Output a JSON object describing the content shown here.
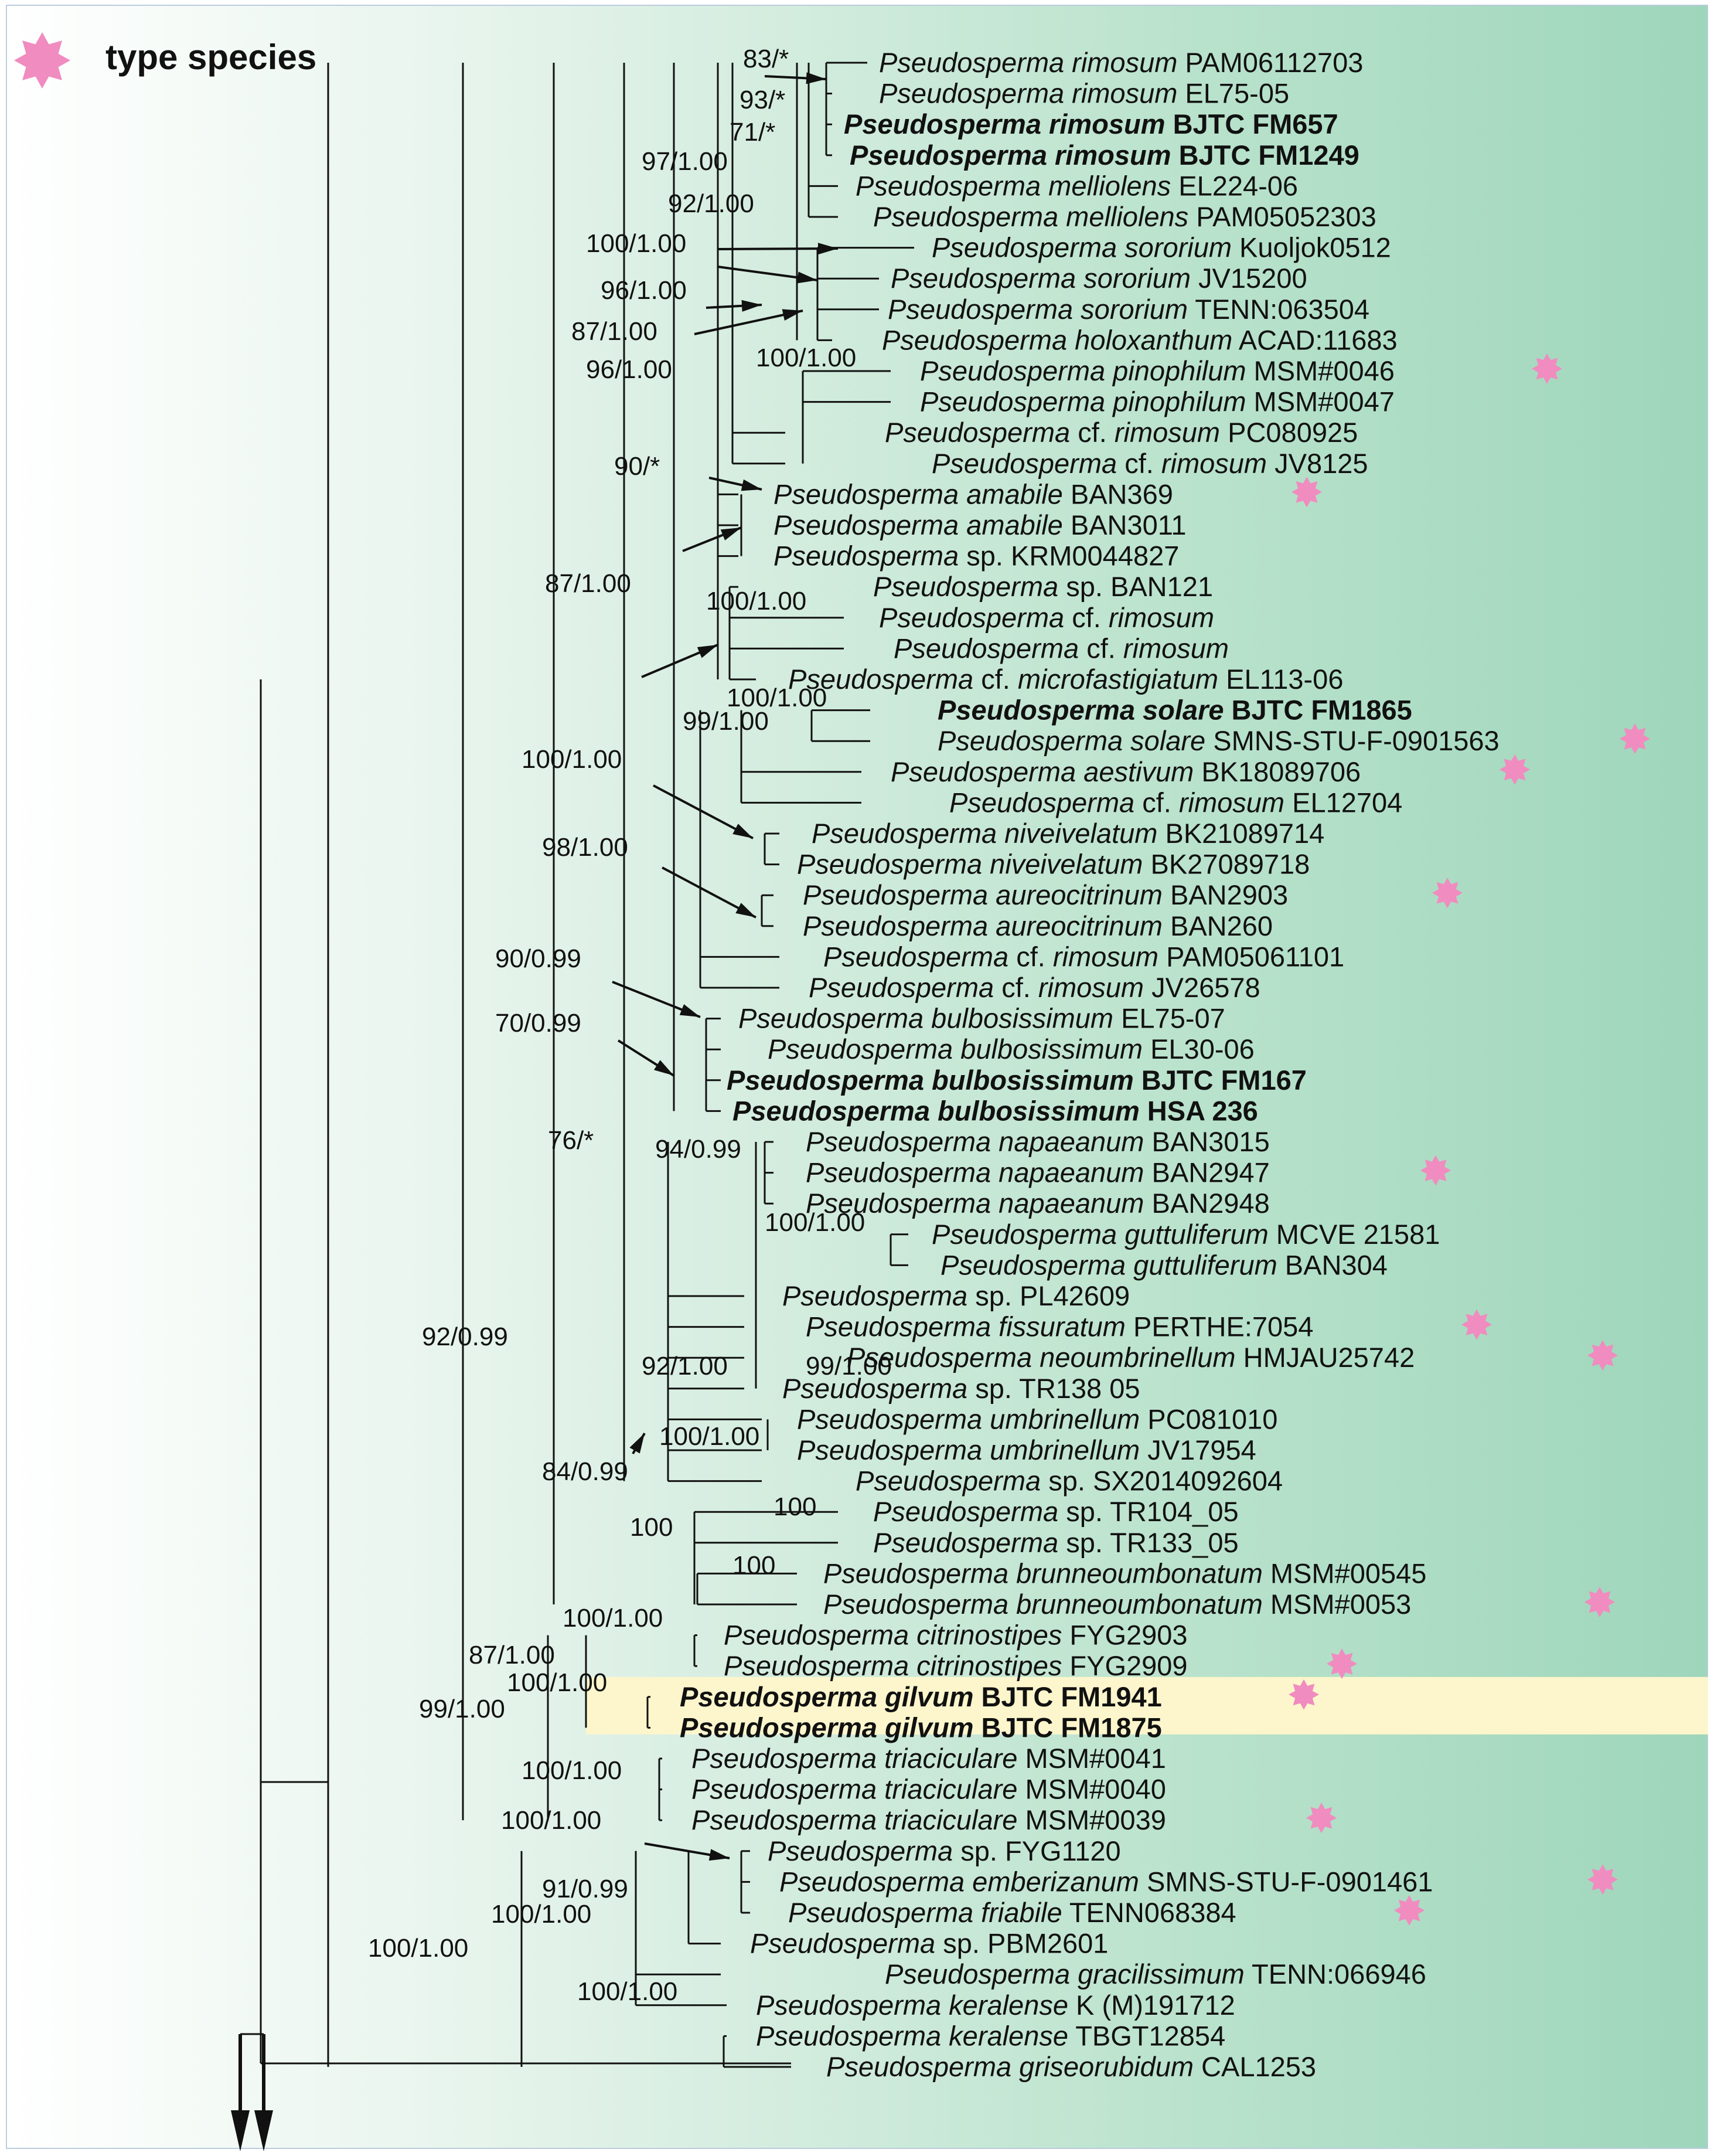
{
  "legend": {
    "icon": "pink-star-icon",
    "label": "type species",
    "color": "#f08cbf"
  },
  "highlight_color": "#fdf6cc",
  "tips": [
    {
      "name": "Pseudosperma rimosum",
      "voucher": "PAM06112703",
      "bold": false,
      "type": false
    },
    {
      "name": "Pseudosperma rimosum",
      "voucher": "EL75-05",
      "bold": false,
      "type": false
    },
    {
      "name": "Pseudosperma rimosum",
      "voucher": "BJTC FM657",
      "bold": true,
      "type": false
    },
    {
      "name": "Pseudosperma rimosum",
      "voucher": "BJTC FM1249",
      "bold": true,
      "type": false
    },
    {
      "name": "Pseudosperma melliolens",
      "voucher": "EL224-06",
      "bold": false,
      "type": false
    },
    {
      "name": "Pseudosperma melliolens",
      "voucher": "PAM05052303",
      "bold": false,
      "type": false
    },
    {
      "name": "Pseudosperma sororium",
      "voucher": "Kuoljok0512",
      "bold": false,
      "type": false
    },
    {
      "name": "Pseudosperma sororium",
      "voucher": "JV15200",
      "bold": false,
      "type": false
    },
    {
      "name": "Pseudosperma sororium",
      "voucher": "TENN:063504",
      "bold": false,
      "type": false
    },
    {
      "name": "Pseudosperma holoxanthum",
      "voucher": "ACAD:11683",
      "bold": false,
      "type": false
    },
    {
      "name": "Pseudosperma pinophilum",
      "voucher": "MSM#0046",
      "bold": false,
      "type": true
    },
    {
      "name": "Pseudosperma pinophilum",
      "voucher": "MSM#0047",
      "bold": false,
      "type": false
    },
    {
      "name": "Pseudosperma",
      "cf": "cf.",
      "name2": "rimosum",
      "voucher": "PC080925",
      "bold": false,
      "type": false
    },
    {
      "name": "Pseudosperma",
      "cf": "cf.",
      "name2": "rimosum",
      "voucher": "JV8125",
      "bold": false,
      "type": false
    },
    {
      "name": "Pseudosperma amabile",
      "voucher": "BAN369",
      "bold": false,
      "type": true
    },
    {
      "name": "Pseudosperma amabile",
      "voucher": "BAN3011",
      "bold": false,
      "type": false
    },
    {
      "name": "Pseudosperma",
      "cf": "sp.",
      "name2": "",
      "voucher": "KRM0044827",
      "bold": false,
      "type": false
    },
    {
      "name": "Pseudosperma",
      "cf": "sp.",
      "name2": "",
      "voucher": "BAN121",
      "bold": false,
      "type": false
    },
    {
      "name": "Pseudosperma",
      "cf": "cf.",
      "name2": "rimosum",
      "voucher": "",
      "bold": false,
      "type": false
    },
    {
      "name": "Pseudosperma",
      "cf": "cf.",
      "name2": "rimosum",
      "voucher": "",
      "bold": false,
      "type": false
    },
    {
      "name": "Pseudosperma",
      "cf": "cf.",
      "name2": "microfastigiatum",
      "voucher": "EL113-06",
      "bold": false,
      "type": false
    },
    {
      "name": "Pseudosperma solare",
      "voucher": "BJTC FM1865",
      "bold": true,
      "type": false
    },
    {
      "name": "Pseudosperma solare",
      "voucher": "SMNS-STU-F-0901563",
      "bold": false,
      "type": true
    },
    {
      "name": "Pseudosperma aestivum",
      "voucher": "BK18089706",
      "bold": false,
      "type": true
    },
    {
      "name": "Pseudosperma",
      "cf": "cf.",
      "name2": "rimosum",
      "voucher": "EL12704",
      "bold": false,
      "type": false
    },
    {
      "name": "Pseudosperma niveivelatum",
      "voucher": "BK21089714",
      "bold": false,
      "type": false
    },
    {
      "name": "Pseudosperma niveivelatum",
      "voucher": "BK27089718",
      "bold": false,
      "type": false
    },
    {
      "name": "Pseudosperma aureocitrinum",
      "voucher": "BAN2903",
      "bold": false,
      "type": true
    },
    {
      "name": "Pseudosperma aureocitrinum",
      "voucher": "BAN260",
      "bold": false,
      "type": false
    },
    {
      "name": "Pseudosperma",
      "cf": "cf.",
      "name2": "rimosum",
      "voucher": "PAM05061101",
      "bold": false,
      "type": false
    },
    {
      "name": "Pseudosperma",
      "cf": "cf.",
      "name2": "rimosum",
      "voucher": "JV26578",
      "bold": false,
      "type": false
    },
    {
      "name": "Pseudosperma bulbosissimum",
      "voucher": "EL75-07",
      "bold": false,
      "type": false
    },
    {
      "name": "Pseudosperma bulbosissimum",
      "voucher": "EL30-06",
      "bold": false,
      "type": false
    },
    {
      "name": "Pseudosperma bulbosissimum",
      "voucher": "BJTC FM167",
      "bold": true,
      "type": false
    },
    {
      "name": "Pseudosperma bulbosissimum",
      "voucher": "HSA 236",
      "bold": true,
      "type": false
    },
    {
      "name": "Pseudosperma napaeanum",
      "voucher": "BAN3015",
      "bold": false,
      "type": false
    },
    {
      "name": "Pseudosperma napaeanum",
      "voucher": "BAN2947",
      "bold": false,
      "type": true
    },
    {
      "name": "Pseudosperma napaeanum",
      "voucher": "BAN2948",
      "bold": false,
      "type": false
    },
    {
      "name": "Pseudosperma guttuliferum",
      "voucher": "MCVE 21581",
      "bold": false,
      "type": false
    },
    {
      "name": "Pseudosperma guttuliferum",
      "voucher": "BAN304",
      "bold": false,
      "type": false
    },
    {
      "name": "Pseudosperma",
      "cf": "sp.",
      "name2": "",
      "voucher": "PL42609",
      "bold": false,
      "type": false
    },
    {
      "name": "Pseudosperma fissuratum",
      "voucher": "PERTHE:7054",
      "bold": false,
      "type": true
    },
    {
      "name": "Pseudosperma neoumbrinellum",
      "voucher": "HMJAU25742",
      "bold": false,
      "type": true
    },
    {
      "name": "Pseudosperma",
      "cf": "sp.",
      "name2": "",
      "voucher": "TR138 05",
      "bold": false,
      "type": false
    },
    {
      "name": "Pseudosperma umbrinellum",
      "voucher": "PC081010",
      "bold": false,
      "type": false
    },
    {
      "name": "Pseudosperma umbrinellum",
      "voucher": "JV17954",
      "bold": false,
      "type": false
    },
    {
      "name": "Pseudosperma",
      "cf": "sp.",
      "name2": "",
      "voucher": "SX2014092604",
      "bold": false,
      "type": false
    },
    {
      "name": "Pseudosperma",
      "cf": "sp.",
      "name2": "",
      "voucher": "TR104_05",
      "bold": false,
      "type": false
    },
    {
      "name": "Pseudosperma",
      "cf": "sp.",
      "name2": "",
      "voucher": "TR133_05",
      "bold": false,
      "type": false
    },
    {
      "name": "Pseudosperma brunneoumbonatum",
      "voucher": "MSM#00545",
      "bold": false,
      "type": false
    },
    {
      "name": "Pseudosperma brunneoumbonatum",
      "voucher": "MSM#0053",
      "bold": false,
      "type": true
    },
    {
      "name": "Pseudosperma citrinostipes",
      "voucher": "FYG2903",
      "bold": false,
      "type": false
    },
    {
      "name": "Pseudosperma citrinostipes",
      "voucher": "FYG2909",
      "bold": false,
      "type": true
    },
    {
      "name": "Pseudosperma gilvum",
      "voucher": "BJTC FM1941",
      "bold": true,
      "type": true
    },
    {
      "name": "Pseudosperma gilvum",
      "voucher": "BJTC FM1875",
      "bold": true,
      "type": false
    },
    {
      "name": "Pseudosperma triaciculare",
      "voucher": "MSM#0041",
      "bold": false,
      "type": false
    },
    {
      "name": "Pseudosperma triaciculare",
      "voucher": "MSM#0040",
      "bold": false,
      "type": false
    },
    {
      "name": "Pseudosperma triaciculare",
      "voucher": "MSM#0039",
      "bold": false,
      "type": true
    },
    {
      "name": "Pseudosperma",
      "cf": "sp.",
      "name2": "",
      "voucher": "FYG1120",
      "bold": false,
      "type": false
    },
    {
      "name": "Pseudosperma emberizanum",
      "voucher": "SMNS-STU-F-0901461",
      "bold": false,
      "type": true
    },
    {
      "name": "Pseudosperma friabile",
      "voucher": "TENN068384",
      "bold": false,
      "type": true
    },
    {
      "name": "Pseudosperma",
      "cf": "sp.",
      "name2": "",
      "voucher": "PBM2601",
      "bold": false,
      "type": false
    },
    {
      "name": "Pseudosperma gracilissimum",
      "voucher": "TENN:066946",
      "bold": false,
      "type": false
    },
    {
      "name": "Pseudosperma keralense",
      "voucher": "K (M)191712",
      "bold": false,
      "type": false
    },
    {
      "name": "Pseudosperma keralense",
      "voucher": "TBGT12854",
      "bold": false,
      "type": false
    },
    {
      "name": "Pseudosperma griseorubidum",
      "voucher": "CAL1253",
      "bold": false,
      "type": false
    }
  ],
  "support_values": [
    "83/*",
    "93/*",
    "71/*",
    "97/1.00",
    "92/1.00",
    "100/1.00",
    "96/1.00",
    "87/1.00",
    "96/1.00",
    "100/1.00",
    "90/*",
    "87/1.00",
    "100/1.00",
    "100/1.00",
    "99/1.00",
    "100/1.00",
    "98/1.00",
    "90/0.99",
    "70/0.99",
    "76/*",
    "94/0.99",
    "100/1.00",
    "92/0.99",
    "92/1.00",
    "84/0.99",
    "100/1.00",
    "99/1.00",
    "100",
    "100",
    "100",
    "100/1.00",
    "87/1.00",
    "100/1.00",
    "99/1.00",
    "100/1.00",
    "100/1.00",
    "91/0.99",
    "100/1.00",
    "100/1.00",
    "100/1.00"
  ]
}
